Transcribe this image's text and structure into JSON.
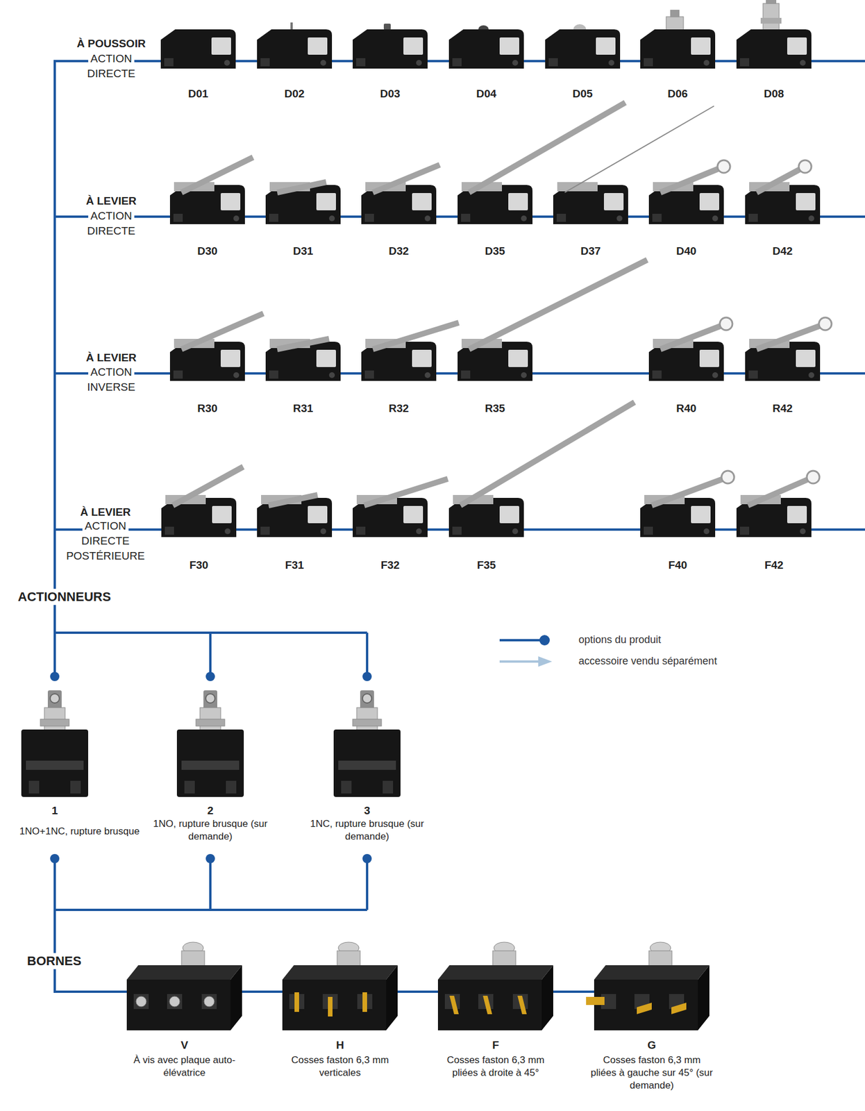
{
  "diagram": {
    "labels": [
      "À POUSSOIR",
      "ACTION",
      "DIRECTE",
      "D01",
      "D02",
      "D03",
      "D04",
      "D05",
      "D06",
      "D08",
      "À LEVIER",
      "ACTION",
      "DIRECTE",
      "D30",
      "D31",
      "D32",
      "D35",
      "D37",
      "D40",
      "D42",
      "À LEVIER",
      "ACTION",
      "INVERSE",
      "R30",
      "R31",
      "R32",
      "R35",
      "R40",
      "R42",
      "À LEVIER",
      "ACTION",
      "DIRECTE",
      "POSTÉRIEURE",
      "F30",
      "F31",
      "F32",
      "F35",
      "F40",
      "F42",
      "ACTIONNEURS",
      "1",
      "1NO+1NC, rupture brusque",
      "2",
      "1NO, rupture brusque (sur demande)",
      "3",
      "1NC, rupture brusque (sur demande)",
      "BORNES",
      "V",
      "À vis avec plaque auto-élévatrice",
      "H",
      "Cosses faston 6,3 mm verticales",
      "F",
      "Cosses faston 6,3 mm pliées à droite à 45°",
      "G",
      "Cosses faston 6,3 mm pliées à gauche sur 45° (sur demande)"
    ],
    "legend": [
      {
        "text": "options du produit"
      },
      {
        "text": "accessoire vendu séparément"
      }
    ]
  }
}
